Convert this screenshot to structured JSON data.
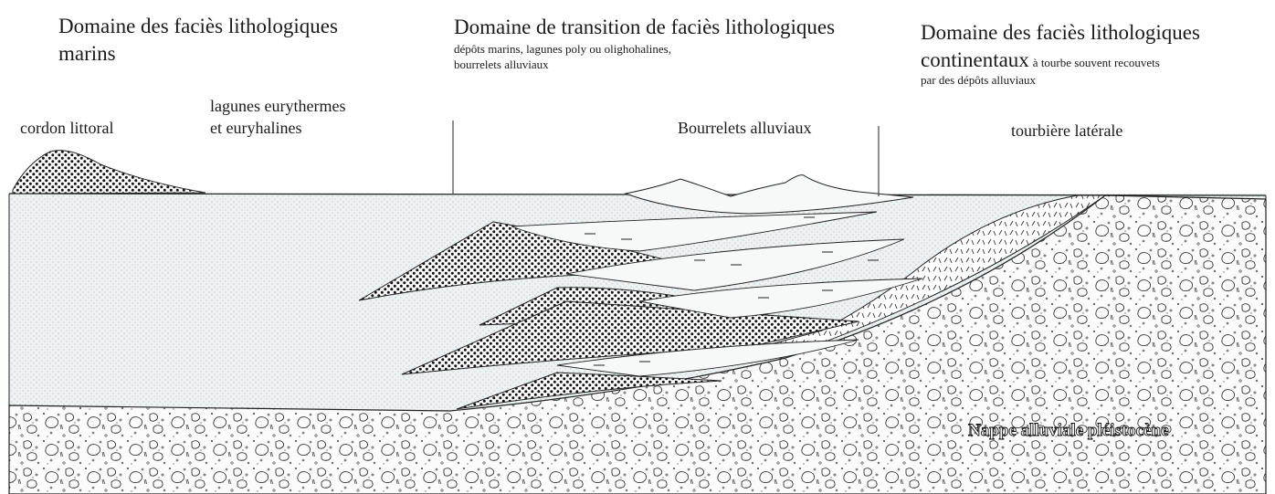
{
  "headers": {
    "marine": {
      "line1": "Domaine des faciès lithologiques",
      "line2": "marins"
    },
    "transition": {
      "title": "Domaine de transition de faciès lithologiques",
      "sub1": "dépôts marins, lagunes poly ou olighohalines,",
      "sub2": "bourrelets alluviaux"
    },
    "continental": {
      "line1": "Domaine des faciès lithologiques",
      "line2_big": "continentaux",
      "line2_small": "à tourbe souvent recouvets",
      "line3": "par des dépôts alluviaux"
    }
  },
  "labels": {
    "cordon": "cordon littoral",
    "lagunes_1": "lagunes eurythermes",
    "lagunes_2": "et euryhalines",
    "bourrelets": "Bourrelets alluviaux",
    "tourbiere": "tourbière latérale",
    "nappe": "Nappe alluviale pléistocène"
  },
  "colors": {
    "ink": "#1a1a1a",
    "sea_fill": "#eef2f3",
    "gravel_fill": "#fbfbfb"
  }
}
